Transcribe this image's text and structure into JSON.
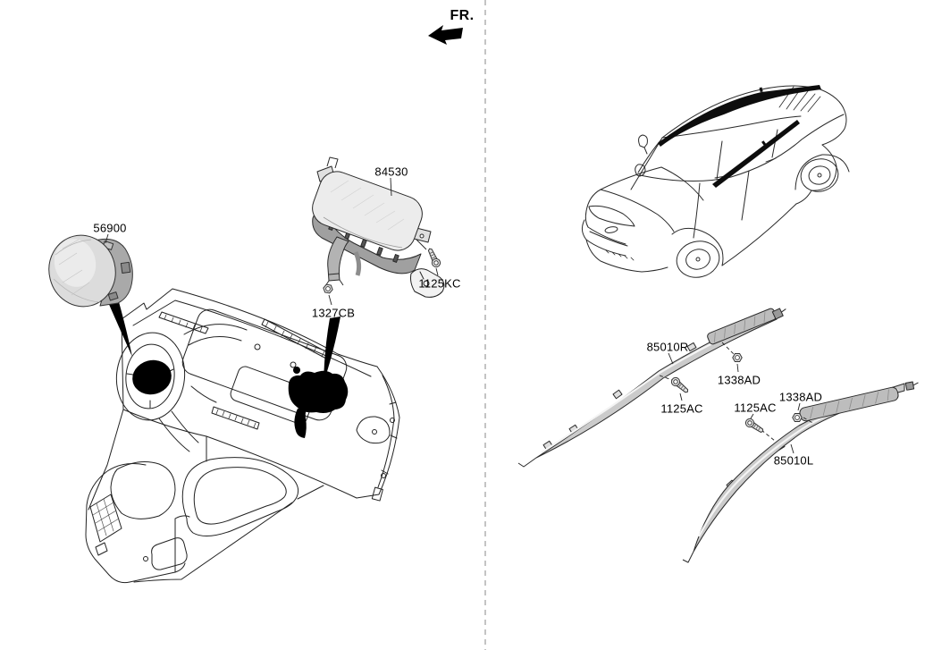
{
  "page": {
    "background": "#ffffff",
    "divider_color": "#9c9c9c",
    "line_color": "#222222",
    "fill_black": "#000000",
    "part_gray": "#d9d9d9"
  },
  "fr_indicator": {
    "label": "FR.",
    "icon": "fr-direction-arrow"
  },
  "left_diagram": {
    "callouts": [
      {
        "code": "56900"
      },
      {
        "code": "84530"
      },
      {
        "code": "1125KC",
        "fastener_icon": "bolt-icon"
      },
      {
        "code": "1327CB",
        "fastener_icon": "nut-icon"
      }
    ]
  },
  "right_diagram": {
    "callouts": [
      {
        "code": "85010R"
      },
      {
        "code": "1338AD",
        "fastener_icon": "nut-icon"
      },
      {
        "code": "1125AC",
        "fastener_icon": "bolt-icon"
      },
      {
        "code": "1125AC",
        "fastener_icon": "bolt-icon"
      },
      {
        "code": "1338AD",
        "fastener_icon": "nut-icon"
      },
      {
        "code": "85010L"
      }
    ]
  }
}
